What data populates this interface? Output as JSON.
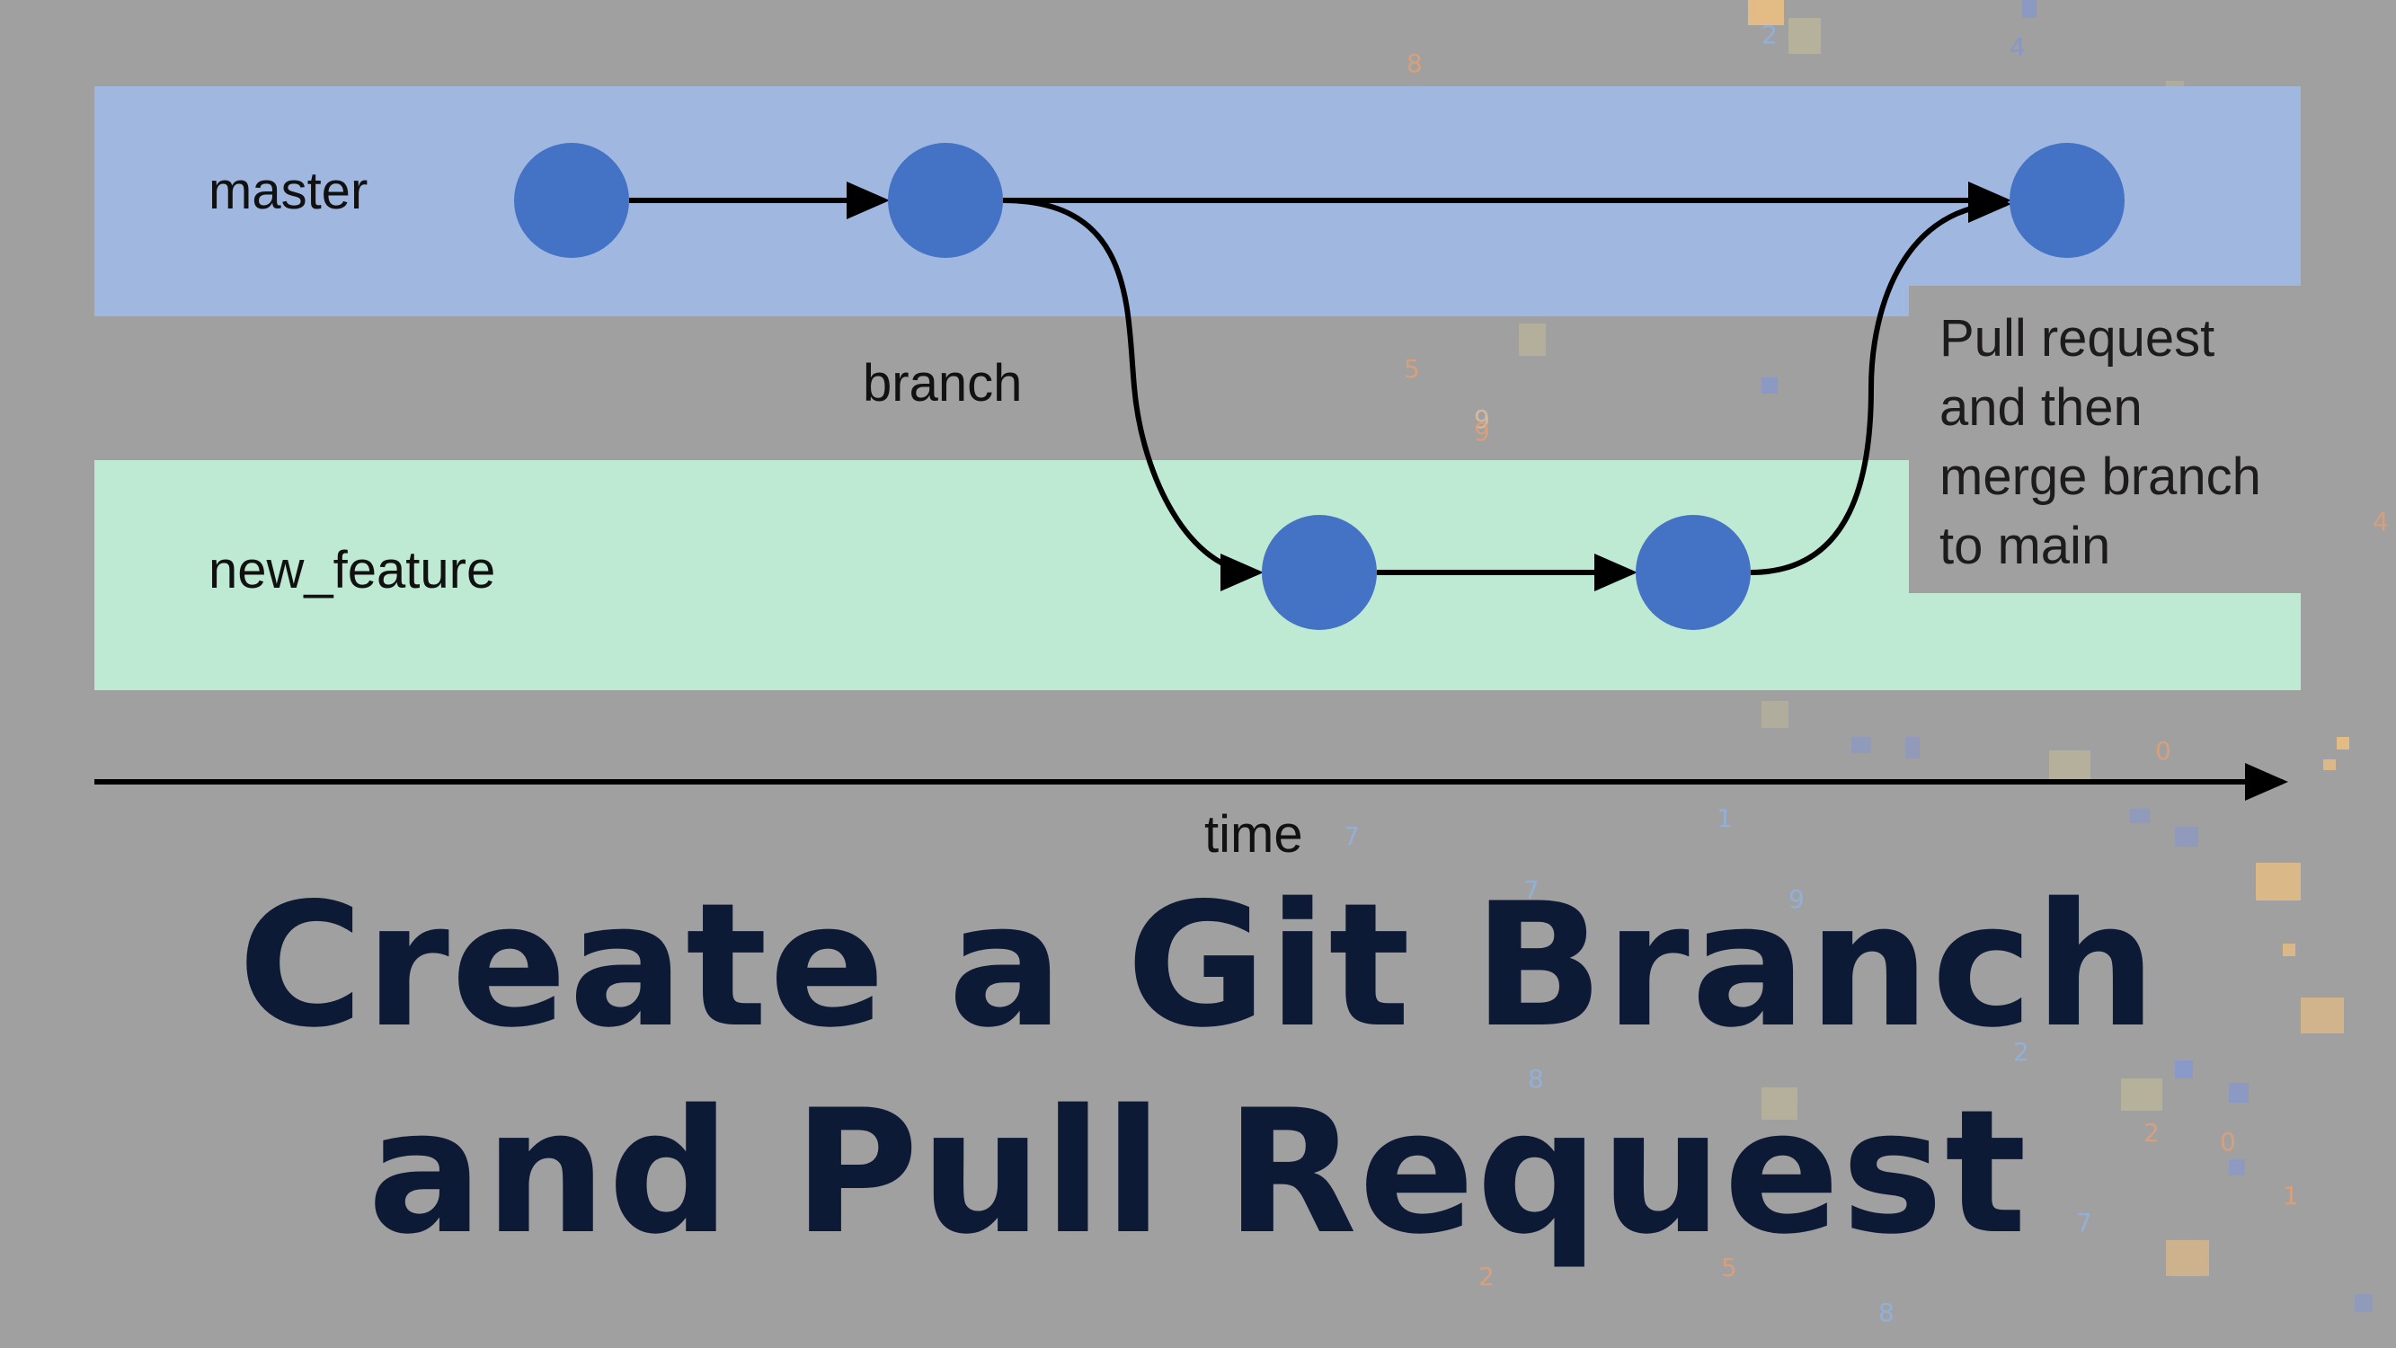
{
  "diagram": {
    "lanes": [
      {
        "id": "master",
        "label": "master",
        "color": "#A0B7E0"
      },
      {
        "id": "new_feature",
        "label": "new_feature",
        "color": "#BEEAD4"
      }
    ],
    "commit_color": "#4472C4",
    "commits": [
      {
        "id": "m1",
        "lane": "master",
        "step": 1
      },
      {
        "id": "m2",
        "lane": "master",
        "step": 2
      },
      {
        "id": "f1",
        "lane": "new_feature",
        "step": 3
      },
      {
        "id": "f2",
        "lane": "new_feature",
        "step": 4
      },
      {
        "id": "m3",
        "lane": "master",
        "step": 5
      }
    ],
    "edges": [
      {
        "from": "m1",
        "to": "m2",
        "kind": "straight"
      },
      {
        "from": "m2",
        "to": "m3",
        "kind": "straight"
      },
      {
        "from": "m2",
        "to": "f1",
        "kind": "branch"
      },
      {
        "from": "f1",
        "to": "f2",
        "kind": "straight"
      },
      {
        "from": "f2",
        "to": "m3",
        "kind": "merge"
      }
    ],
    "branch_label": "branch",
    "callout_text": "Pull request\nand then\nmerge branch\nto main",
    "time_axis_label": "time"
  },
  "title": {
    "line1": "Create a Git Branch",
    "line2": "and Pull Request",
    "color": "#0D1A36"
  },
  "background": {
    "base_color": "#A0A0A0",
    "decor_digits": [
      "8",
      "2",
      "4",
      "5",
      "9",
      "9",
      "7",
      "0",
      "2",
      "1",
      "7",
      "9",
      "2",
      "8",
      "2",
      "5",
      "0",
      "1",
      "7",
      "2",
      "8",
      "4"
    ]
  }
}
